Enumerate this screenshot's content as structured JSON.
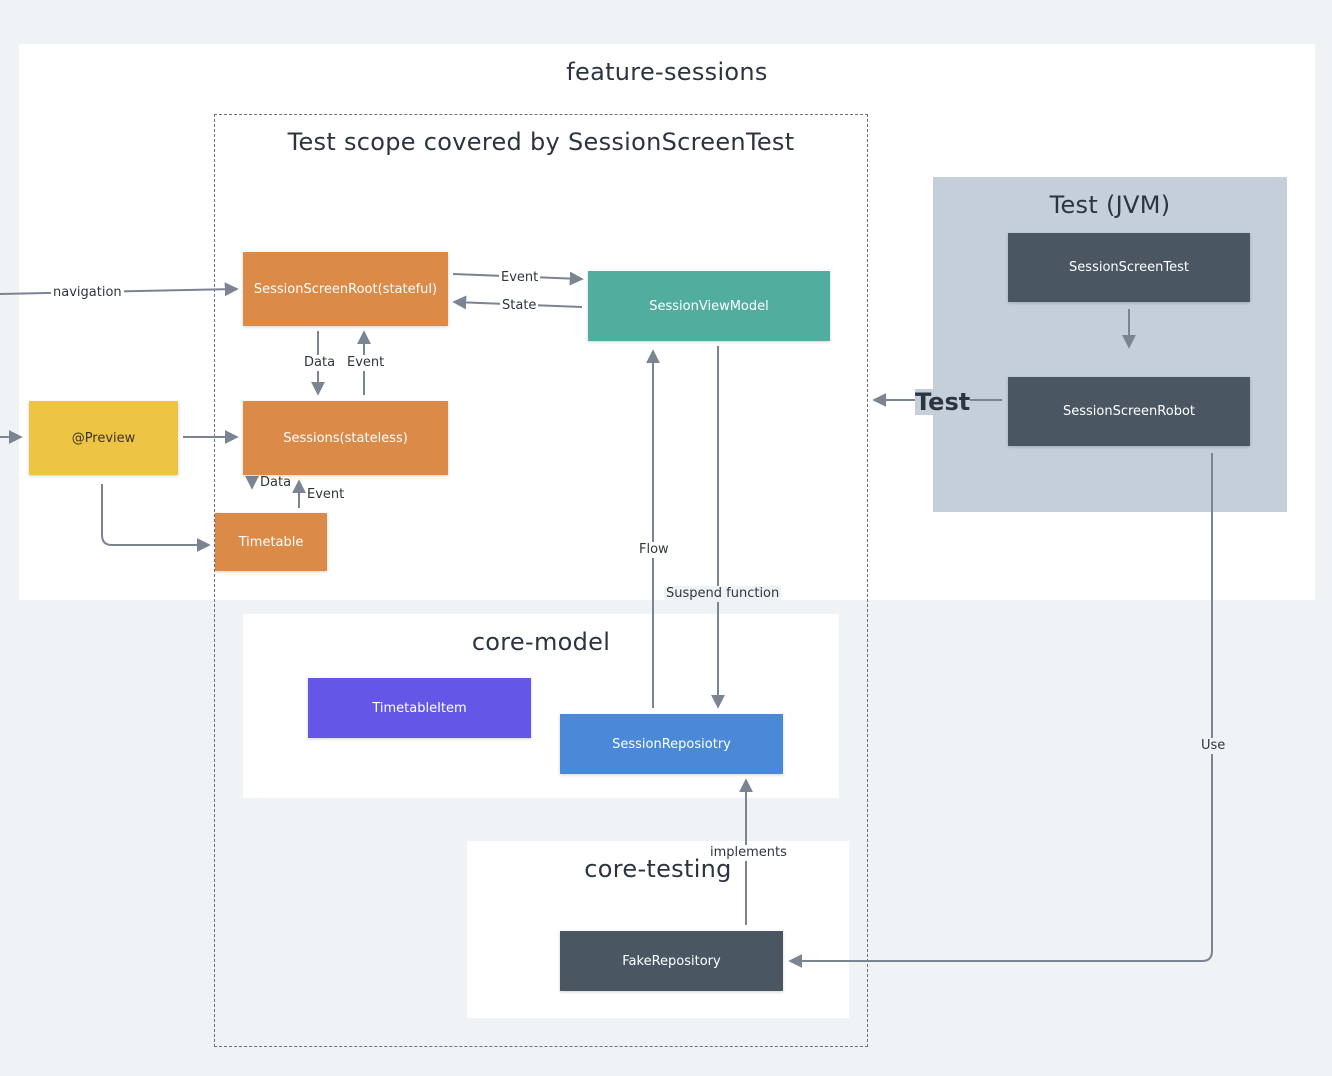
{
  "modules": {
    "feature_sessions": "feature-sessions",
    "core_model": "core-model",
    "core_testing": "core-testing",
    "test_jvm": "Test (JVM)"
  },
  "scope_title": "Test scope covered by SessionScreenTest",
  "nodes": {
    "session_screen_root": "SessionScreenRoot(stateful)",
    "sessions_stateless": "Sessions(stateless)",
    "timetable": "Timetable",
    "preview": "@Preview",
    "session_view_model": "SessionViewModel",
    "timetable_item": "TimetableItem",
    "session_repository": "SessionReposiotry",
    "fake_repository": "FakeRepository",
    "session_screen_test": "SessionScreenTest",
    "session_screen_robot": "SessionScreenRobot"
  },
  "edge_labels": {
    "navigation": "navigation",
    "event_top": "Event",
    "state": "State",
    "data_mid": "Data",
    "event_mid": "Event",
    "data_low": "Data",
    "event_low": "Event",
    "flow": "Flow",
    "suspend_function": "Suspend function",
    "implements": "implements",
    "test": "Test",
    "use": "Use"
  },
  "colors": {
    "orange": "#db8a48",
    "teal": "#51ad9e",
    "yellow": "#eec444",
    "purple": "#6457e8",
    "blue": "#4a88d8",
    "dark": "#4b5663",
    "side_panel": "#c4cfd9",
    "edge": "#7b8591"
  }
}
